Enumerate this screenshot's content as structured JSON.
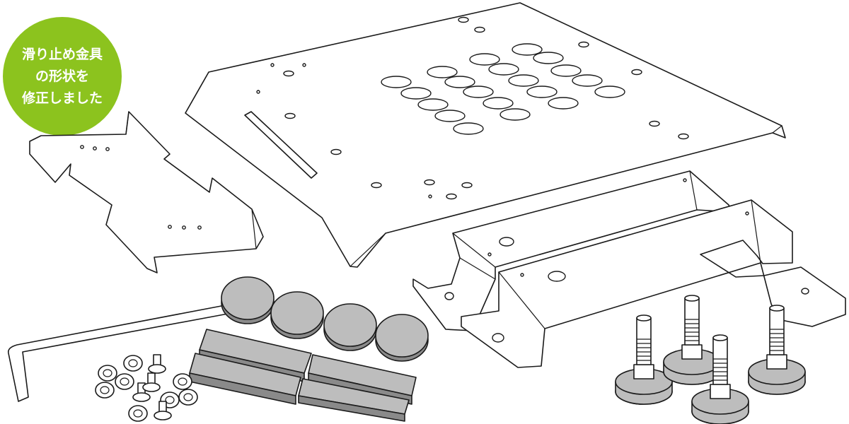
{
  "badge": {
    "lines": [
      "滑り止め金具",
      "の形状を",
      "修正しました"
    ],
    "color": "#8cc31e",
    "text_color": "#ffffff"
  },
  "colors": {
    "line": "#1a1a1a",
    "part_fill": "#ffffff",
    "rubber_fill": "#bdbdbd",
    "rubber_dark": "#8a8a8a"
  },
  "icons": [
    "hex-key-icon",
    "rubber-pad-icon",
    "rubber-strip-icon",
    "screw-icon",
    "leveling-foot-icon",
    "mounting-plate-icon",
    "bracket-icon",
    "anti-slip-bracket-icon"
  ]
}
